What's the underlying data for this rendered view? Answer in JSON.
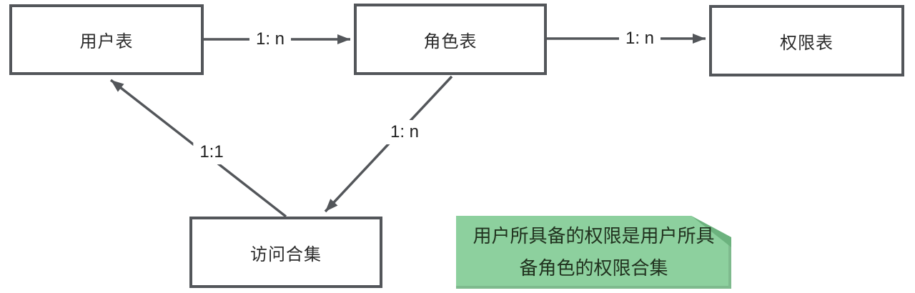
{
  "diagram": {
    "nodes": [
      {
        "id": "user-table",
        "label": "用户表"
      },
      {
        "id": "role-table",
        "label": "角色表"
      },
      {
        "id": "permission-table",
        "label": "权限表"
      },
      {
        "id": "access-collection",
        "label": "访问合集"
      }
    ],
    "edges": [
      {
        "from": "user-table",
        "to": "role-table",
        "label": "1: n"
      },
      {
        "from": "role-table",
        "to": "permission-table",
        "label": "1: n"
      },
      {
        "from": "role-table",
        "to": "access-collection",
        "label": "1: n"
      },
      {
        "from": "access-collection",
        "to": "user-table",
        "label": "1:1"
      }
    ],
    "note": {
      "text": "用户所具备的权限是用户所具备角色的权限合集"
    },
    "colors": {
      "line": "#53565a",
      "node_border": "#53565a",
      "node_text": "#2b2b2b",
      "note_bg": "#8dd09e",
      "note_fold": "#6cb27e",
      "note_text": "#21321f",
      "background": "#ffffff"
    }
  }
}
